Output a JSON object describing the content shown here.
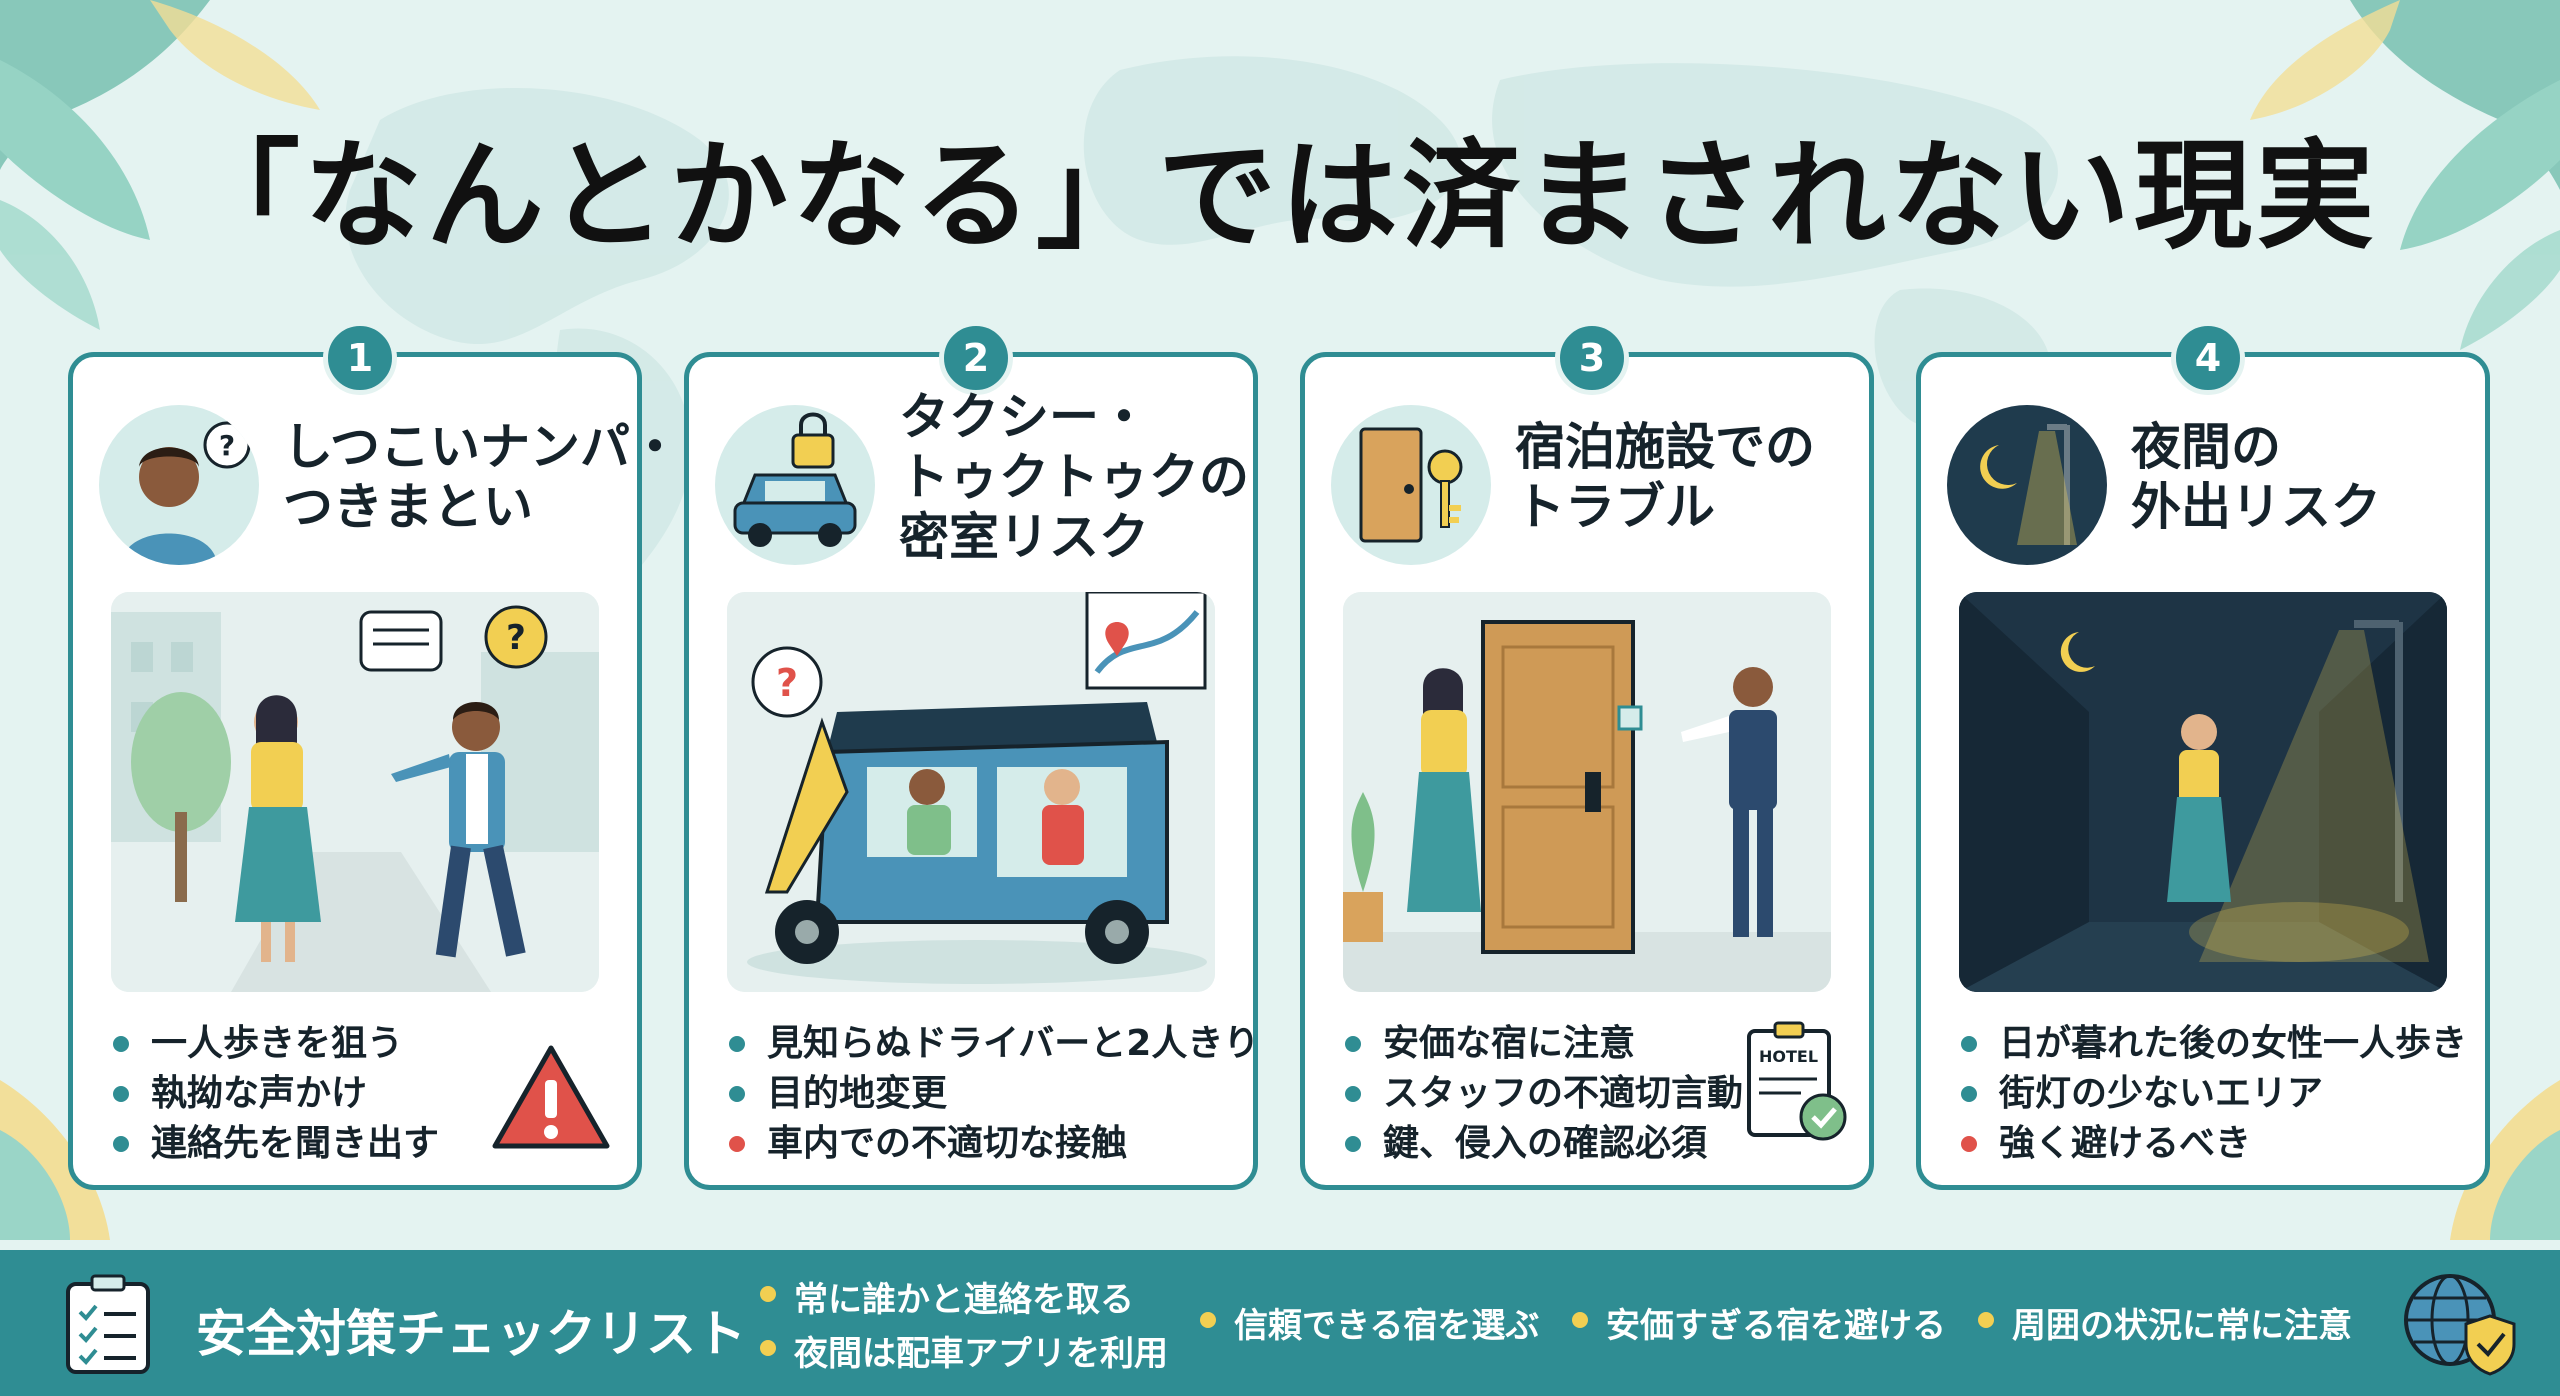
{
  "title": "「なんとかなる」では済まされない現実",
  "colors": {
    "teal": "#2f8d93",
    "accent_red": "#e0524a",
    "accent_yellow": "#f2cf52",
    "background": "#e4f3f1"
  },
  "cards": [
    {
      "number": "1",
      "title_lines": [
        "しつこいナンパ・",
        "つきまとい"
      ],
      "icon": "stranger-question-icon",
      "scene": "street-man-approaching-woman",
      "bullets": [
        "一人歩きを狙う",
        "執拗な声かけ",
        "連絡先を聞き出す"
      ],
      "bullet_colors": [
        "#2f8d93",
        "#2f8d93",
        "#2f8d93"
      ],
      "corner_icon": "warning-icon"
    },
    {
      "number": "2",
      "title_lines": [
        "タクシー・",
        "トゥクトゥクの",
        "密室リスク"
      ],
      "icon": "locked-taxi-icon",
      "scene": "tuk-tuk-driver-passenger-map",
      "bullets": [
        "見知らぬドライバーと2人きり",
        "目的地変更",
        "車内での不適切な接触"
      ],
      "bullet_colors": [
        "#2f8d93",
        "#2f8d93",
        "#e0524a"
      ]
    },
    {
      "number": "3",
      "title_lines": [
        "宿泊施設での",
        "トラブル"
      ],
      "icon": "door-key-icon",
      "scene": "hotel-door-staff",
      "bullets": [
        "安価な宿に注意",
        "スタッフの不適切言動",
        "鍵、侵入の確認必須"
      ],
      "bullet_colors": [
        "#2f8d93",
        "#2f8d93",
        "#2f8d93"
      ],
      "corner_icon": "hotel-checklist-icon",
      "corner_text": "HOTEL"
    },
    {
      "number": "4",
      "title_lines": [
        "夜間の",
        "外出リスク"
      ],
      "icon": "moon-streetlight-icon",
      "scene": "night-street-woman",
      "bullets": [
        "日が暮れた後の女性一人歩き",
        "街灯の少ないエリア",
        "強く避けるべき"
      ],
      "bullet_colors": [
        "#2f8d93",
        "#2f8d93",
        "#e0524a"
      ]
    }
  ],
  "footer": {
    "title": "安全対策チェックリスト",
    "icon": "checklist-icon",
    "right_icon": "globe-shield-icon",
    "items": [
      "常に誰かと連絡を取る",
      "夜間は配車アプリを利用",
      "信頼できる宿を選ぶ",
      "安価すぎる宿を避ける",
      "周囲の状況に常に注意"
    ]
  }
}
